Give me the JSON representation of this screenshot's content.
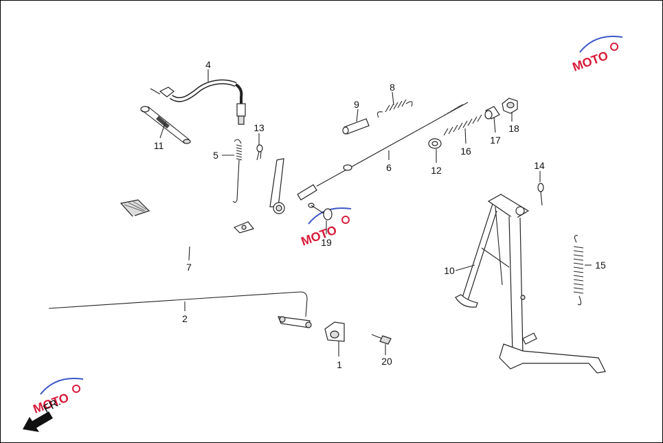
{
  "diagram": {
    "direction_label": "FR.",
    "watermark": {
      "text": "MOTO",
      "accent": "#d81b3a",
      "secondary": "#3a56c8"
    },
    "callouts": [
      {
        "id": "c1",
        "label": "1"
      },
      {
        "id": "c2",
        "label": "2"
      },
      {
        "id": "c4",
        "label": "4"
      },
      {
        "id": "c5",
        "label": "5"
      },
      {
        "id": "c6",
        "label": "6"
      },
      {
        "id": "c7",
        "label": "7"
      },
      {
        "id": "c8",
        "label": "8"
      },
      {
        "id": "c9",
        "label": "9"
      },
      {
        "id": "c10",
        "label": "10"
      },
      {
        "id": "c11",
        "label": "11"
      },
      {
        "id": "c12",
        "label": "12"
      },
      {
        "id": "c13",
        "label": "13"
      },
      {
        "id": "c14",
        "label": "14"
      },
      {
        "id": "c15",
        "label": "15"
      },
      {
        "id": "c16",
        "label": "16"
      },
      {
        "id": "c17",
        "label": "17"
      },
      {
        "id": "c18",
        "label": "18"
      },
      {
        "id": "c19",
        "label": "19"
      },
      {
        "id": "c20",
        "label": "20"
      }
    ]
  }
}
